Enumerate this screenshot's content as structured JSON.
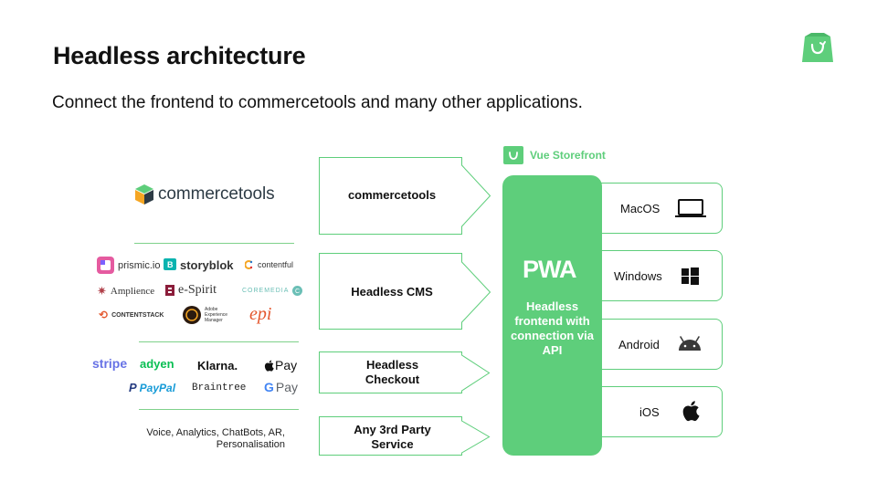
{
  "slide": {
    "title": "Headless architecture",
    "subtitle": "Connect the frontend to commercetools and many other applications."
  },
  "logos": {
    "commercetools": "commercetools",
    "cms": [
      "prismic.io",
      "storyblok",
      "contentful",
      "Amplience",
      "e-Spirit",
      "COREMEDIA",
      "CONTENTSTACK",
      "Adobe Experience Manager",
      "epi"
    ],
    "payments": [
      "stripe",
      "adyen",
      "Klarna.",
      "Pay",
      "PayPal",
      "Braintree",
      "Pay"
    ],
    "voice_text": "Voice, Analytics, ChatBots, AR, Personalisation"
  },
  "arrows": [
    "commercetools",
    "Headless CMS",
    "Headless Checkout",
    "Any 3rd Party Service"
  ],
  "pwa": {
    "brand": "Vue Storefront",
    "mark": "PWA",
    "description": "Headless frontend with connection via API"
  },
  "platforms": [
    {
      "label": "MacOS",
      "icon": "laptop-icon"
    },
    {
      "label": "Windows",
      "icon": "windows-icon"
    },
    {
      "label": "Android",
      "icon": "android-icon"
    },
    {
      "label": "iOS",
      "icon": "apple-icon"
    }
  ],
  "colors": {
    "brand_green": "#5ece7b",
    "separator_green": "#7fd18b",
    "text": "#111111"
  }
}
